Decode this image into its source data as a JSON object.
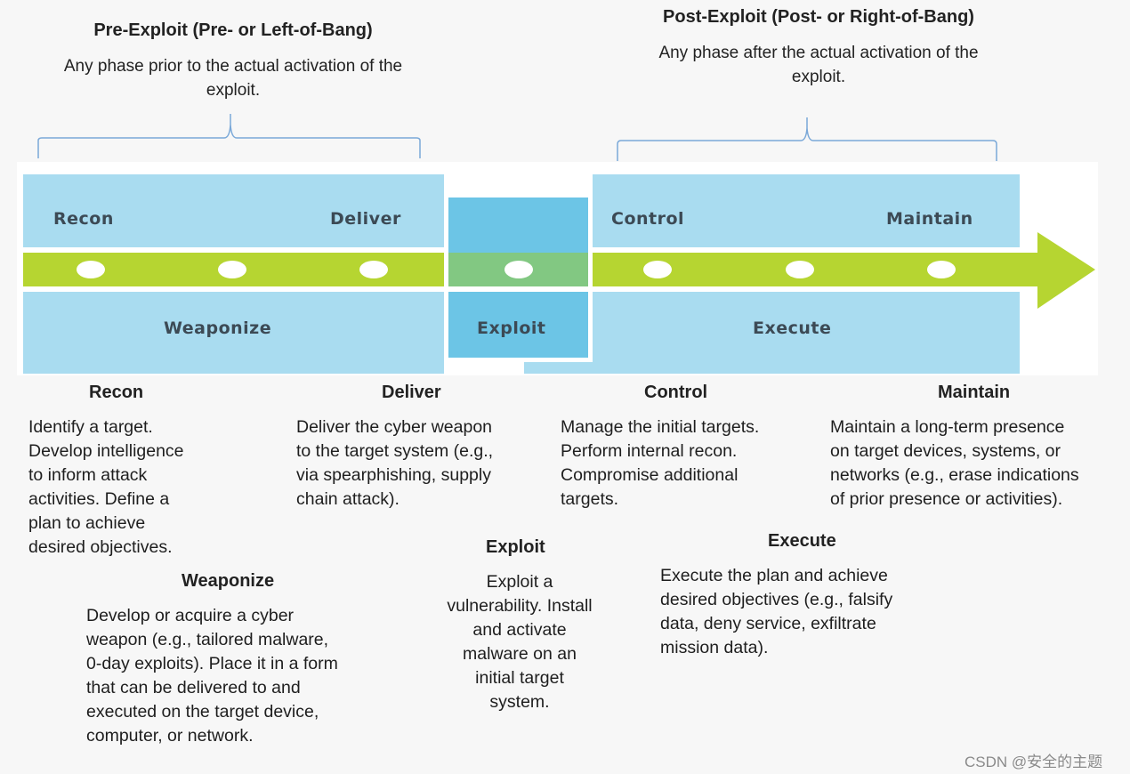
{
  "pre_exploit": {
    "title": "Pre-Exploit (Pre- or Left-of-Bang)",
    "desc_line1": "Any phase prior to the actual activation of the",
    "desc_line2": "exploit."
  },
  "post_exploit": {
    "title": "Post-Exploit  (Post- or Right-of-Bang)",
    "desc_line1": "Any phase after the actual activation of the",
    "desc_line2": "exploit."
  },
  "band_labels": {
    "recon": "Recon",
    "deliver": "Deliver",
    "control": "Control",
    "maintain": "Maintain",
    "weaponize": "Weaponize",
    "exploit": "Exploit",
    "execute": "Execute"
  },
  "steps": {
    "recon": {
      "title": "Recon",
      "lines": [
        "Identify a target.",
        "Develop intelligence",
        "to inform attack",
        "activities. Define a",
        "plan to achieve",
        "desired objectives."
      ]
    },
    "deliver": {
      "title": "Deliver",
      "lines": [
        "Deliver the cyber weapon",
        "to the target system (e.g.,",
        "via spearphishing, supply",
        "chain attack)."
      ]
    },
    "control": {
      "title": "Control",
      "lines": [
        "Manage the initial targets.",
        "Perform internal recon.",
        "Compromise additional",
        "targets."
      ]
    },
    "maintain": {
      "title": "Maintain",
      "lines": [
        "Maintain a long-term presence",
        "on target devices, systems, or",
        "networks (e.g., erase indications",
        "of prior presence or activities)."
      ]
    },
    "weaponize": {
      "title": "Weaponize",
      "lines": [
        "Develop or acquire a cyber",
        "weapon (e.g., tailored malware,",
        "0-day exploits). Place it in a form",
        "that can be delivered to and",
        "executed on the target device,",
        "computer, or network."
      ]
    },
    "exploit": {
      "title": "Exploit",
      "lines": [
        "Exploit a",
        "vulnerability. Install",
        "and activate",
        "malware on an",
        "initial target",
        "system."
      ]
    },
    "execute": {
      "title": "Execute",
      "lines": [
        "Execute the plan and achieve",
        "desired objectives (e.g., falsify",
        "data, deny service, exfiltrate",
        "mission data)."
      ]
    }
  },
  "watermark": "CSDN @安全的主题",
  "colors": {
    "band": "#a9dcf0",
    "exploit_box": "#6cc5e6",
    "arrow": "#b6d531",
    "arrow_exploit": "#82c882",
    "bracket": "#7aa8d8"
  }
}
